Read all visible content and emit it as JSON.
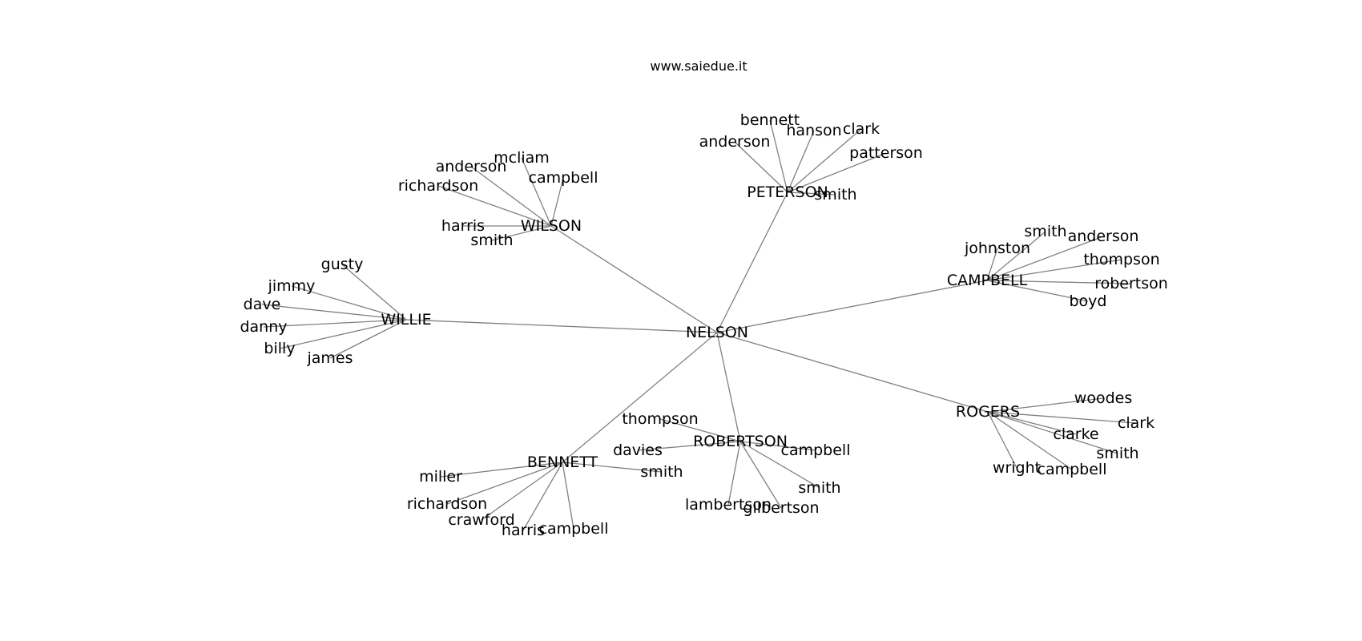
{
  "caption": "www.saiedue.it",
  "colors": {
    "edge": "#808080",
    "text": "#000000",
    "background": "#ffffff"
  },
  "root": "NELSON",
  "families": [
    {
      "name": "WILSON",
      "members": [
        "mcliam",
        "anderson",
        "campbell",
        "richardson",
        "harris",
        "smith"
      ]
    },
    {
      "name": "PETERSON",
      "members": [
        "bennett",
        "anderson",
        "hanson",
        "clark",
        "patterson",
        "smith"
      ]
    },
    {
      "name": "CAMPBELL",
      "members": [
        "smith",
        "johnston",
        "anderson",
        "thompson",
        "robertson",
        "boyd"
      ]
    },
    {
      "name": "WILLIE",
      "members": [
        "gusty",
        "jimmy",
        "dave",
        "danny",
        "billy",
        "james"
      ]
    },
    {
      "name": "ROGERS",
      "members": [
        "woodes",
        "clark",
        "clarke",
        "smith",
        "wright",
        "campbell"
      ]
    },
    {
      "name": "ROBERTSON",
      "members": [
        "thompson",
        "davies",
        "campbell",
        "smith",
        "lambertson",
        "gilbertson"
      ]
    },
    {
      "name": "BENNETT",
      "members": [
        "miller",
        "smith",
        "richardson",
        "crawford",
        "harris",
        "campbell"
      ]
    }
  ]
}
